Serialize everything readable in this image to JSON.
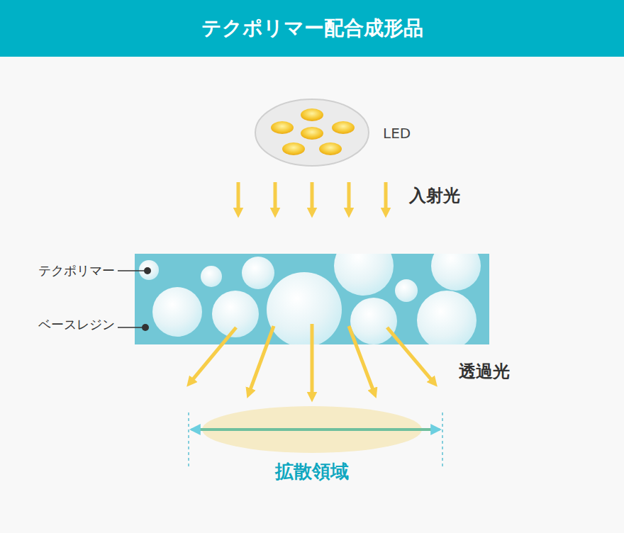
{
  "diagram": {
    "title": "テクポリマー配合成形品",
    "labels": [
      "LED",
      "入射光",
      "テクポリマー",
      "ベースレジン",
      "透過光",
      "拡散領域"
    ]
  }
}
